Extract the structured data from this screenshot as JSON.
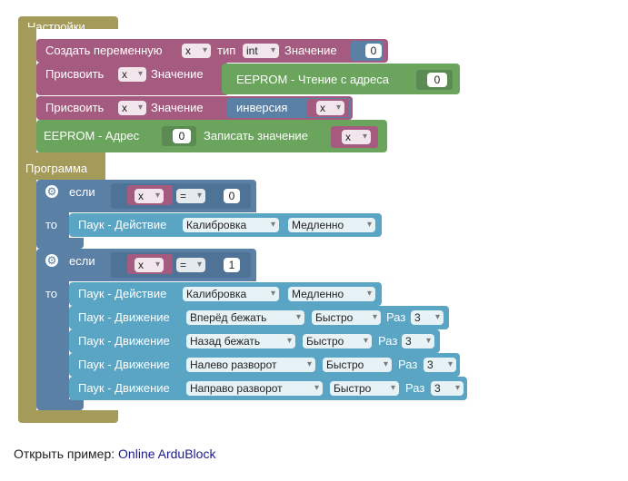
{
  "settings": {
    "title": "Настройки",
    "create_var": {
      "label_create": "Создать переменную",
      "var_name": "x",
      "label_type": "тип",
      "type_value": "int",
      "label_value": "Значение",
      "value": "0"
    },
    "assign1": {
      "label_assign": "Присвоить",
      "var_name": "x",
      "label_value": "Значение",
      "eeprom_read_label": "EEPROM - Чтение с адреса",
      "address": "0"
    },
    "assign2": {
      "label_assign": "Присвоить",
      "var_name": "x",
      "label_value": "Значение",
      "inversion_label": "инверсия",
      "var_name2": "x"
    },
    "eeprom_write": {
      "label_address": "EEPROM - Адрес",
      "address": "0",
      "label_write": "Записать значение",
      "var_name": "x"
    }
  },
  "program": {
    "title": "Программа",
    "if1": {
      "label_if": "если",
      "var_name": "x",
      "operator": "=",
      "value": "0",
      "label_then": "то",
      "actions": [
        {
          "label": "Паук - Действие",
          "option1": "Калибровка",
          "option2": "Медленно"
        }
      ]
    },
    "if2": {
      "label_if": "если",
      "var_name": "x",
      "operator": "=",
      "value": "1",
      "label_then": "то",
      "action": {
        "label": "Паук - Действие",
        "option1": "Калибровка",
        "option2": "Медленно"
      },
      "moves": [
        {
          "label": "Паук - Движение",
          "direction": "Вперёд бежать",
          "speed": "Быстро",
          "times_label": "Раз",
          "times": "3"
        },
        {
          "label": "Паук - Движение",
          "direction": "Назад бежать",
          "speed": "Быстро",
          "times_label": "Раз",
          "times": "3"
        },
        {
          "label": "Паук - Движение",
          "direction": "Налево разворот",
          "speed": "Быстро",
          "times_label": "Раз",
          "times": "3"
        },
        {
          "label": "Паук - Движение",
          "direction": "Направо разворот",
          "speed": "Быстро",
          "times_label": "Раз",
          "times": "3"
        }
      ]
    }
  },
  "footer": {
    "prefix": "Открыть пример:",
    "link_text": "Online ArduBlock"
  }
}
